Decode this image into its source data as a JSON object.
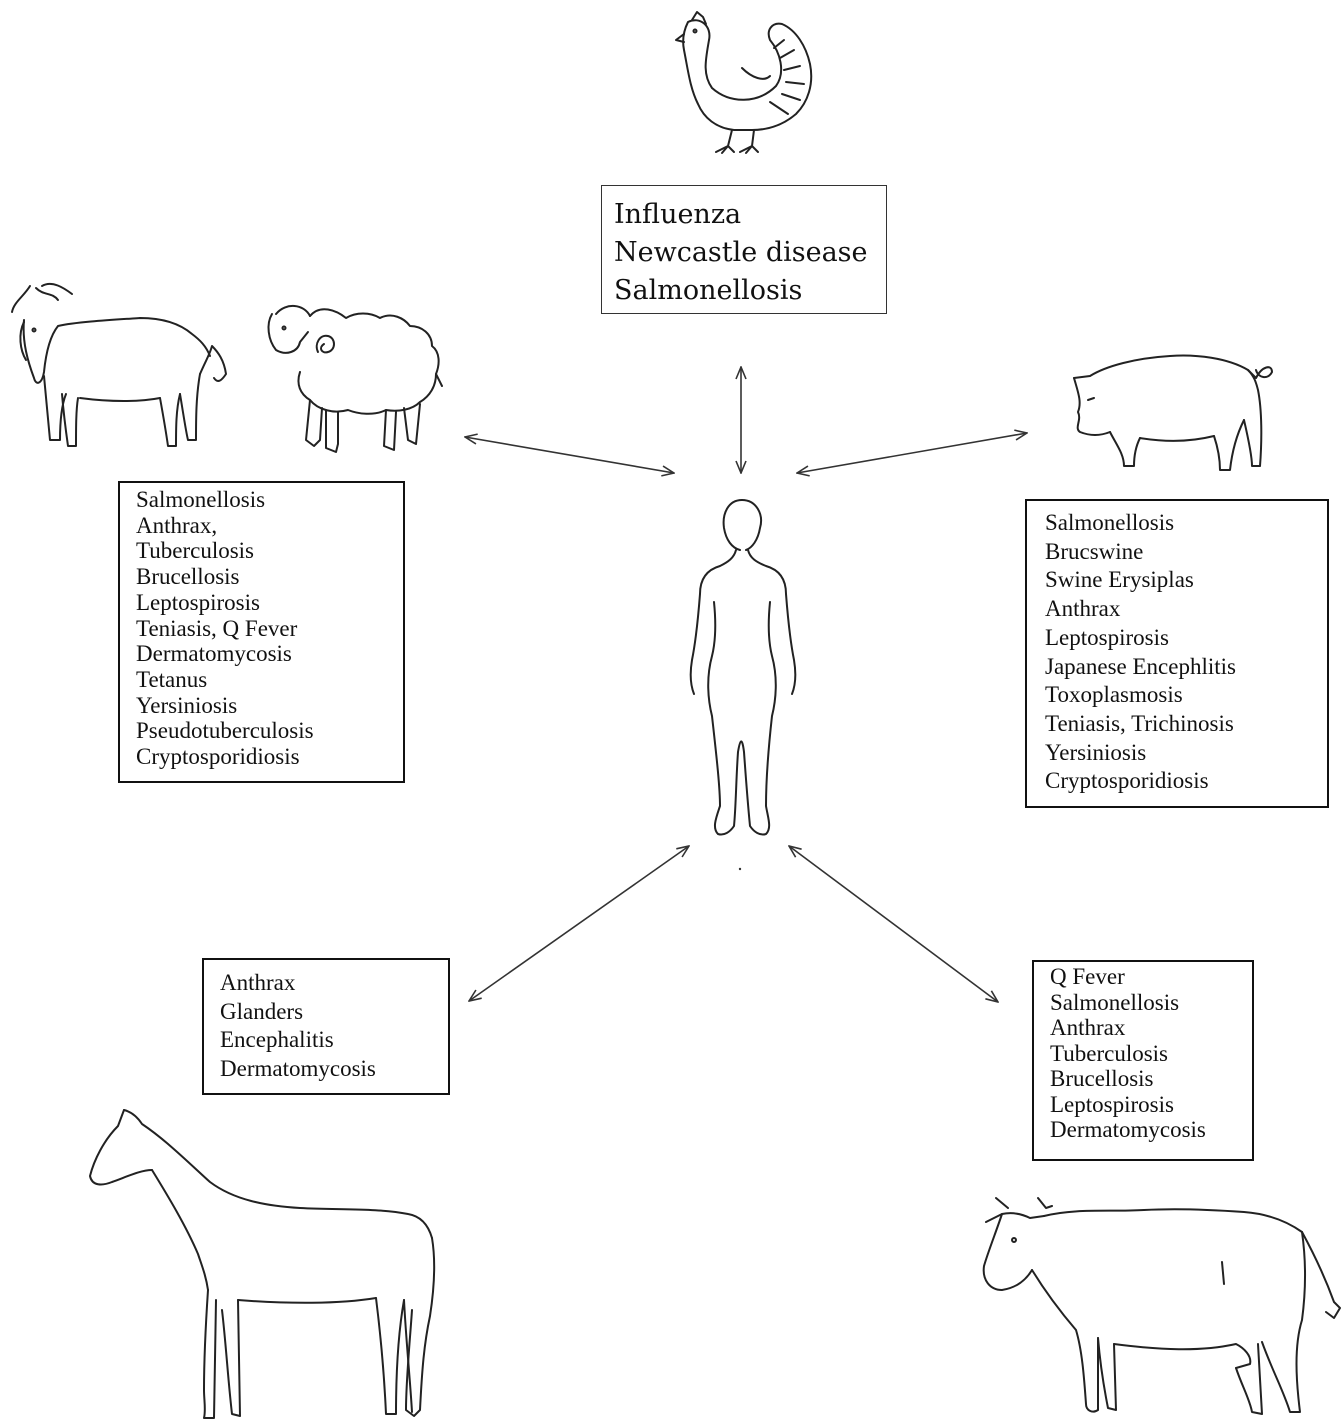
{
  "panels": {
    "poultry": {
      "diseases": [
        "Influenza",
        "Newcastle disease",
        "Salmonellosis"
      ]
    },
    "small_ruminants": {
      "diseases": [
        "Salmonellosis",
        "Anthrax,",
        "Tuberculosis",
        "Brucellosis",
        "Leptospirosis",
        "Teniasis, Q Fever",
        "Dermatomycosis",
        "Tetanus",
        "Yersiniosis",
        "Pseudotuberculosis",
        "Cryptosporidiosis"
      ]
    },
    "pig": {
      "diseases": [
        "Salmonellosis",
        "Brucswine",
        "Swine Erysiplas",
        "Anthrax",
        "Leptospirosis",
        "Japanese Encephlitis",
        "Toxoplasmosis",
        "Teniasis, Trichinosis",
        "Yersiniosis",
        "Cryptosporidiosis"
      ]
    },
    "horse": {
      "diseases": [
        "Anthrax",
        "Glanders",
        "Encephalitis",
        "Dermatomycosis"
      ]
    },
    "cattle": {
      "diseases": [
        "Q Fever",
        "Salmonellosis",
        "Anthrax",
        "Tuberculosis",
        "Brucellosis",
        "Leptospirosis",
        "Dermatomycosis"
      ]
    }
  },
  "illustrations": [
    "chicken-icon",
    "goat-icon",
    "sheep-icon",
    "pig-icon",
    "human-icon",
    "horse-icon",
    "cow-icon"
  ],
  "colors": {
    "line": "#222222",
    "background": "#ffffff"
  }
}
